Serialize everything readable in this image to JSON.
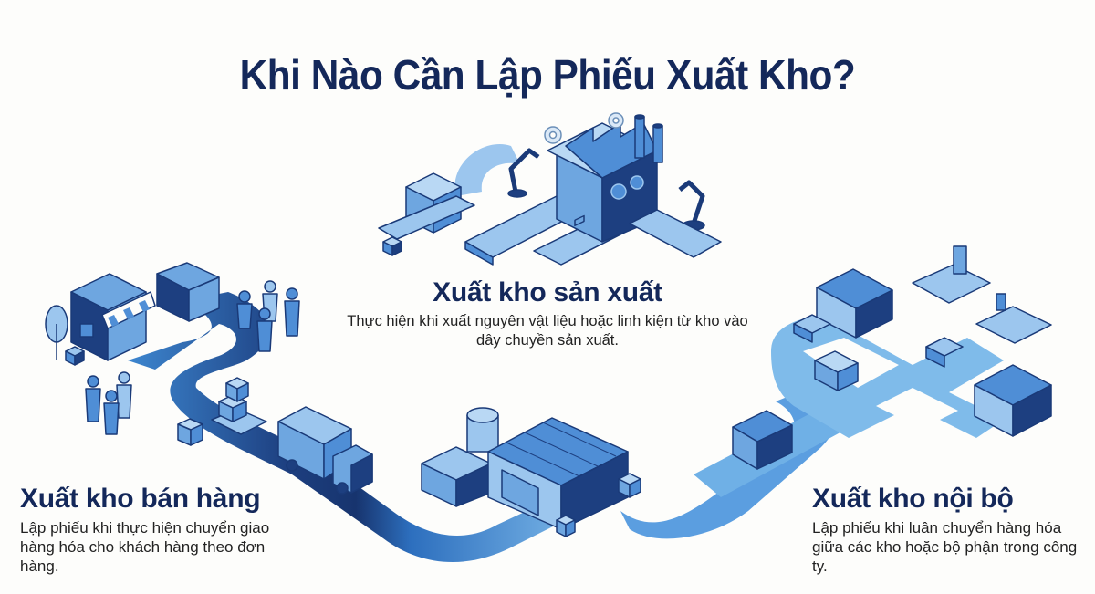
{
  "title": "Khi Nào Cần Lập Phiếu Xuất Kho?",
  "colors": {
    "background": "#fdfdfb",
    "title": "#14285a",
    "road_light": "#6fb0e6",
    "road_mid": "#3d86cf",
    "road_dark": "#17346e",
    "building_light": "#9cc6ee",
    "building_mid": "#4f8ed6",
    "building_dark": "#1a3a78"
  },
  "sections": {
    "production": {
      "heading": "Xuất kho sản xuất",
      "description": "Thực hiện khi xuất nguyên vật liệu hoặc linh kiện từ kho vào dây chuyền sản xuất.",
      "icon": "factory-assembly-line-icon"
    },
    "sales": {
      "heading": "Xuất kho bán hàng",
      "description": "Lập phiếu khi thực hiện chuyển giao hàng hóa cho khách hàng theo đơn hàng.",
      "icon": "storefront-customers-icon"
    },
    "internal": {
      "heading": "Xuất kho nội bộ",
      "description": "Lập phiếu khi luân chuyển hàng hóa giữa các kho hoặc bộ phận trong công ty.",
      "icon": "warehouse-network-icon"
    }
  },
  "illustration_elements": [
    "central-warehouse",
    "storage-tank",
    "delivery-truck",
    "stacked-boxes",
    "retail-shop",
    "kiosk",
    "customer-group",
    "factory",
    "conveyor-belts",
    "robotic-arms",
    "gears",
    "warehouse-north",
    "warehouse-east",
    "office-desk-platform",
    "maintenance-platform",
    "cargo-pallets",
    "shipping-container"
  ]
}
